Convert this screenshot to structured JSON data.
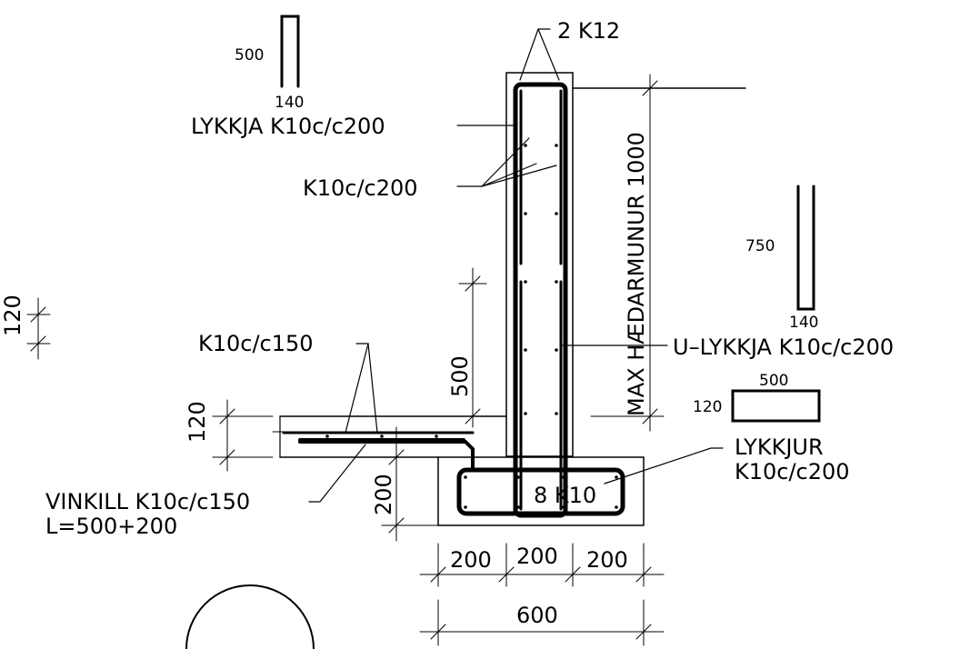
{
  "labels": {
    "top_bars": "2  K12",
    "lykkja": "LYKKJA  K10c/c200",
    "wall_bars": "K10c/c200",
    "slab_bars": "K10c/c150",
    "u_lykkja": "U–LYKKJA  K10c/c200",
    "lykkjur_line1": "LYKKJUR",
    "lykkjur_line2": "K10c/c200",
    "vinkill_line1": "VINKILL  K10c/c150",
    "vinkill_line2": "L=500+200",
    "footing_bars": "8  K10",
    "max_height": "MAX  HÆDARMUNUR  1000"
  },
  "dimensions": {
    "d120_left": "120",
    "d120_slab": "120",
    "d500_wall": "500",
    "d200_vert": "200",
    "d200_a": "200",
    "d200_b": "200",
    "d200_c": "200",
    "d600": "600"
  },
  "bending_shapes": {
    "shape_a_height": "500",
    "shape_a_width": "140",
    "shape_b_height": "750",
    "shape_b_width": "140",
    "shape_c_width": "500",
    "shape_c_height": "120"
  },
  "colors": {
    "ink": "#000000",
    "background": "#ffffff"
  }
}
